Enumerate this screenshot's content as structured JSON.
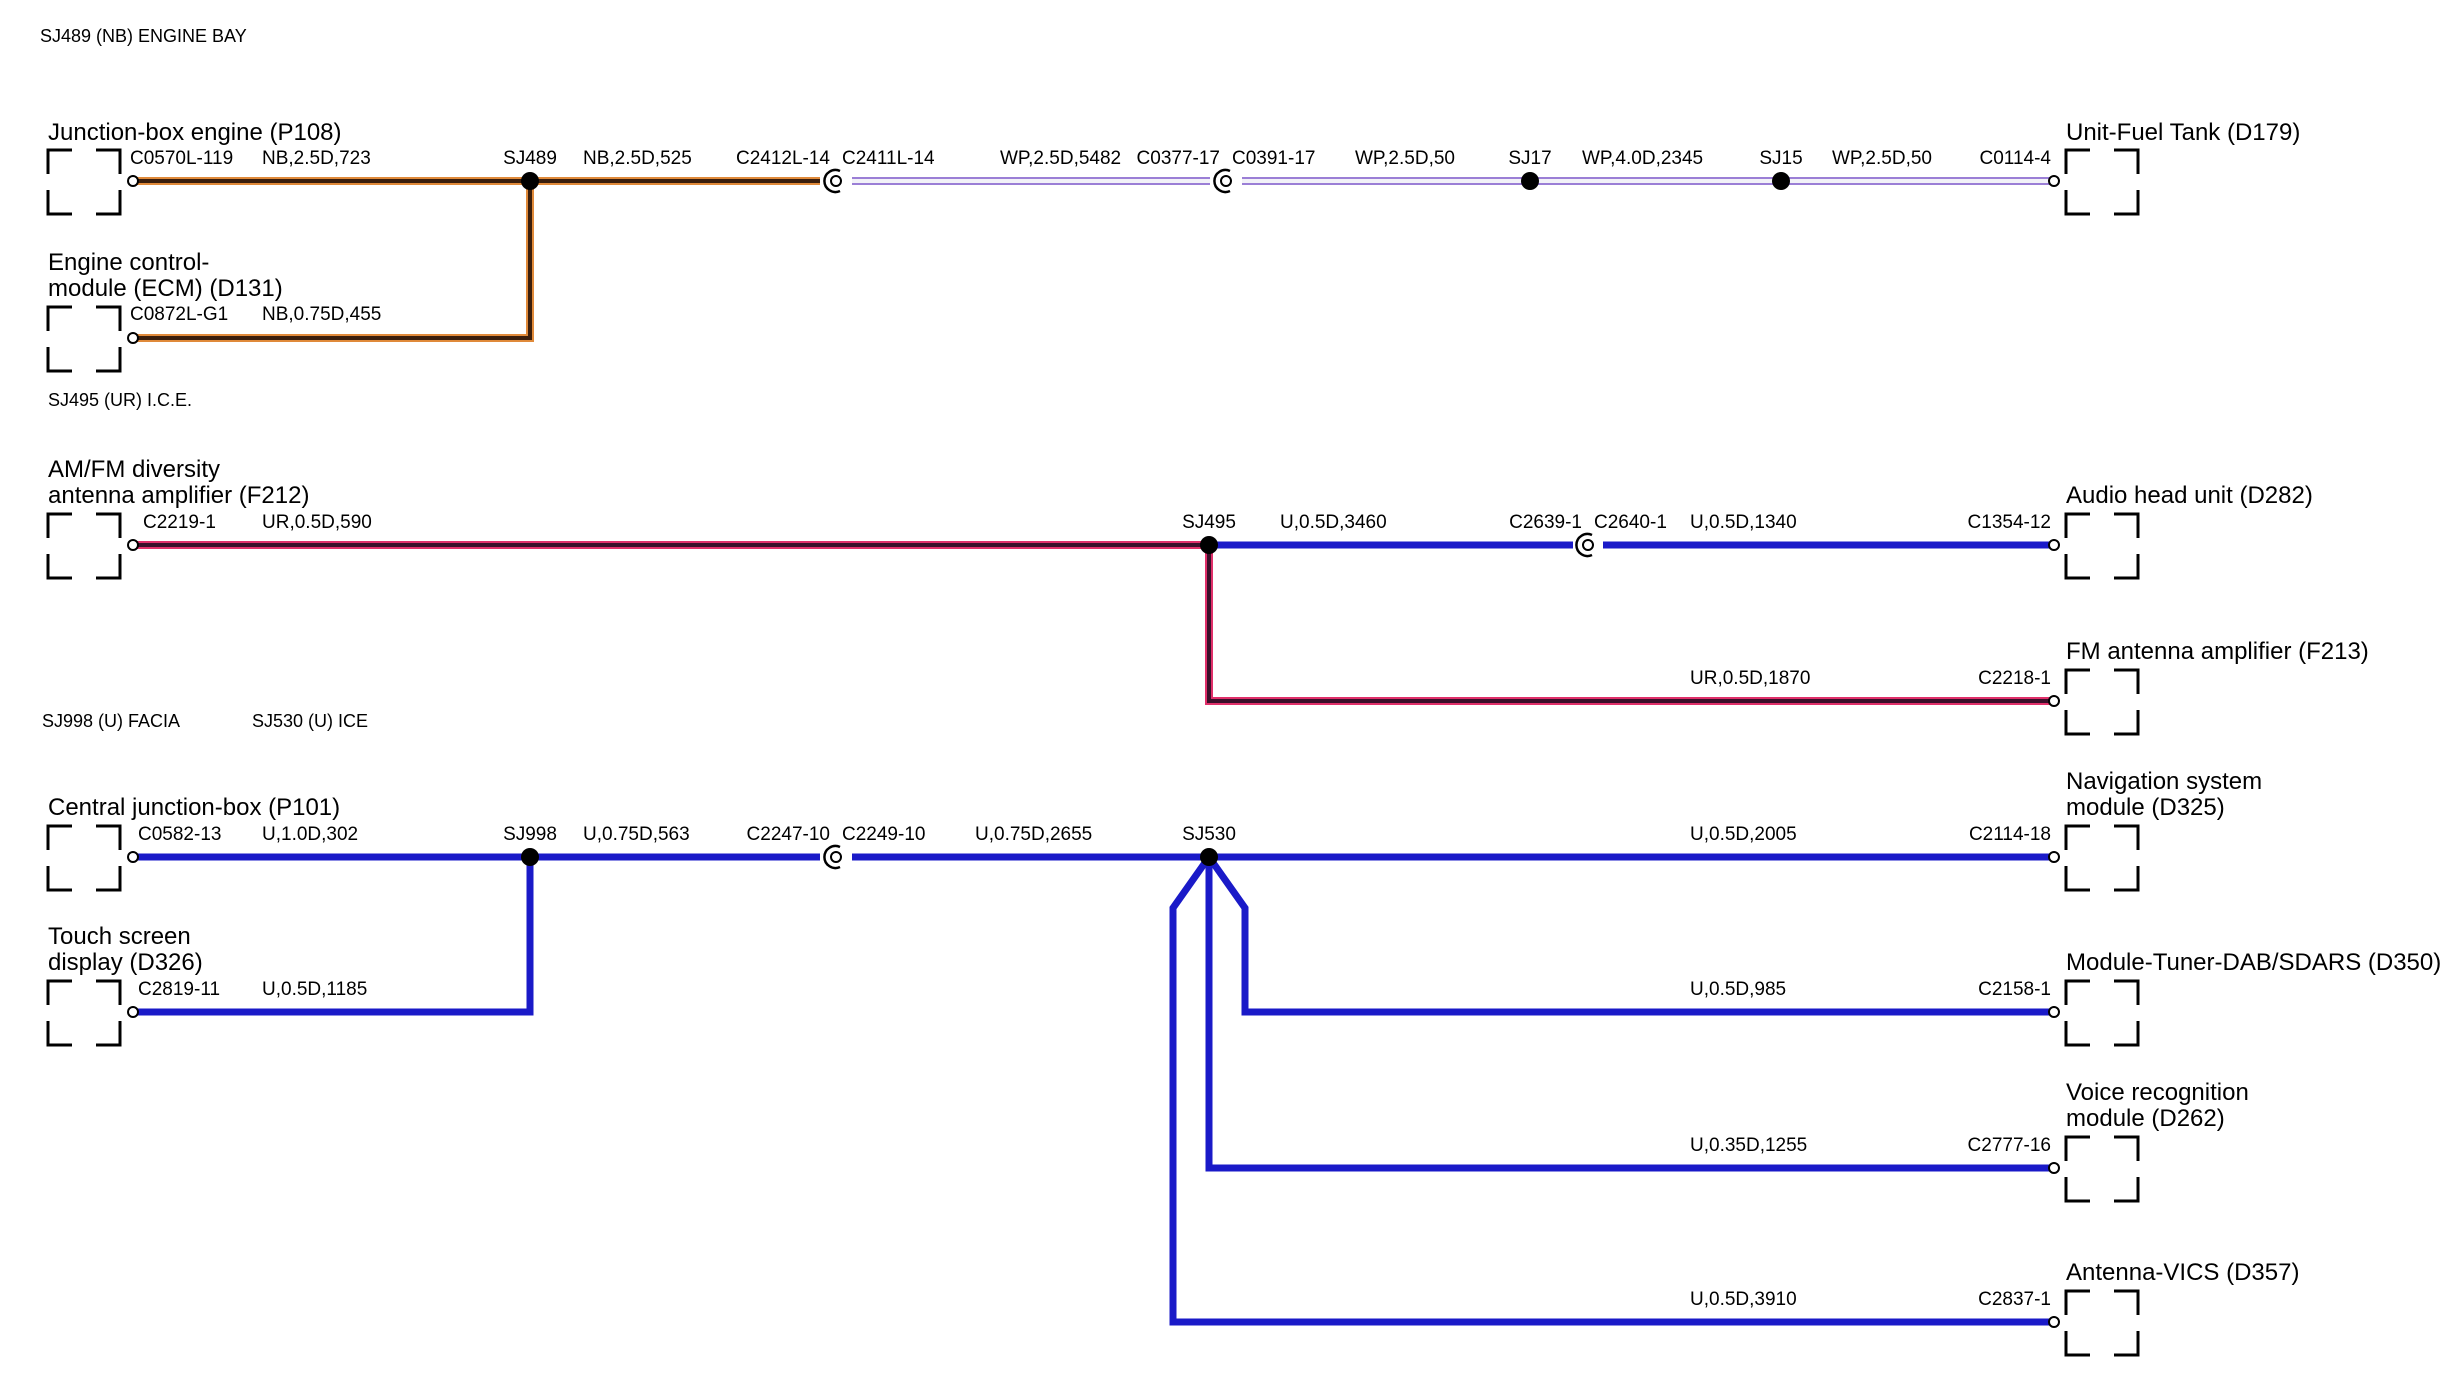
{
  "colors": {
    "NB": "#3a1e0c",
    "NB_edge": "#e08a3a",
    "WP": "#f2f2f8",
    "WP_edge": "#9b7fd6",
    "UR": "#3a0f2a",
    "UR_edge": "#e0306a",
    "U": "#1a1ac8",
    "connector": "#000000"
  },
  "sections": [
    {
      "id": "sec1",
      "text": "SJ489 (NB) ENGINE BAY"
    },
    {
      "id": "sec2",
      "text": "SJ495 (UR) I.C.E."
    },
    {
      "id": "sec3",
      "text": "SJ998 (U) FACIA"
    },
    {
      "id": "sec4",
      "text": "SJ530 (U) ICE"
    }
  ],
  "components": [
    {
      "id": "c1",
      "lines": [
        "Junction-box engine (P108)"
      ],
      "side": "left",
      "connector": "C0570L-119"
    },
    {
      "id": "c2",
      "lines": [
        "Engine control-",
        "module (ECM) (D131)"
      ],
      "side": "left",
      "connector": "C0872L-G1"
    },
    {
      "id": "c3",
      "lines": [
        "Unit-Fuel Tank (D179)"
      ],
      "side": "right",
      "connector": "C0114-4"
    },
    {
      "id": "c4",
      "lines": [
        "AM/FM diversity",
        "antenna amplifier (F212)"
      ],
      "side": "left",
      "connector": "C2219-1"
    },
    {
      "id": "c5",
      "lines": [
        "Audio head unit (D282)"
      ],
      "side": "right",
      "connector": "C1354-12"
    },
    {
      "id": "c6",
      "lines": [
        "FM antenna amplifier (F213)"
      ],
      "side": "right",
      "connector": "C2218-1"
    },
    {
      "id": "c7",
      "lines": [
        "Central junction-box (P101)"
      ],
      "side": "left",
      "connector": "C0582-13"
    },
    {
      "id": "c8",
      "lines": [
        "Touch screen",
        "display (D326)"
      ],
      "side": "left",
      "connector": "C2819-11"
    },
    {
      "id": "c9",
      "lines": [
        "Navigation system",
        "module (D325)"
      ],
      "side": "right",
      "connector": "C2114-18"
    },
    {
      "id": "c10",
      "lines": [
        "Module-Tuner-DAB/SDARS (D350)"
      ],
      "side": "right",
      "connector": "C2158-1"
    },
    {
      "id": "c11",
      "lines": [
        "Voice recognition",
        "module (D262)"
      ],
      "side": "right",
      "connector": "C2777-16"
    },
    {
      "id": "c12",
      "lines": [
        "Antenna-VICS (D357)"
      ],
      "side": "right",
      "connector": "C2837-1"
    }
  ],
  "splices": [
    {
      "id": "s1",
      "label": "SJ489"
    },
    {
      "id": "s2",
      "label": "SJ17"
    },
    {
      "id": "s3",
      "label": "SJ15"
    },
    {
      "id": "s4",
      "label": "SJ495"
    },
    {
      "id": "s5",
      "label": "SJ998"
    },
    {
      "id": "s6",
      "label": "SJ530"
    }
  ],
  "inline_connectors": [
    {
      "id": "i1",
      "left": "C2412L-14",
      "right": "C2411L-14"
    },
    {
      "id": "i2",
      "left": "C0377-17",
      "right": "C0391-17"
    },
    {
      "id": "i3",
      "left": "C2639-1",
      "right": "C2640-1"
    },
    {
      "id": "i4",
      "left": "C2247-10",
      "right": "C2249-10"
    }
  ],
  "wires": [
    {
      "id": "w1",
      "color": "NB",
      "spec": "NB,2.5D,723"
    },
    {
      "id": "w2",
      "color": "NB",
      "spec": "NB,0.75D,455"
    },
    {
      "id": "w3",
      "color": "NB",
      "spec": "NB,2.5D,525"
    },
    {
      "id": "w4",
      "color": "WP",
      "spec": "WP,2.5D,5482"
    },
    {
      "id": "w5",
      "color": "WP",
      "spec": "WP,2.5D,50"
    },
    {
      "id": "w6",
      "color": "WP",
      "spec": "WP,4.0D,2345"
    },
    {
      "id": "w7",
      "color": "WP",
      "spec": "WP,2.5D,50"
    },
    {
      "id": "w8",
      "color": "UR",
      "spec": "UR,0.5D,590"
    },
    {
      "id": "w9",
      "color": "U",
      "spec": "U,0.5D,3460"
    },
    {
      "id": "w10",
      "color": "U",
      "spec": "U,0.5D,1340"
    },
    {
      "id": "w11",
      "color": "UR",
      "spec": "UR,0.5D,1870"
    },
    {
      "id": "w12",
      "color": "U",
      "spec": "U,1.0D,302"
    },
    {
      "id": "w13",
      "color": "U",
      "spec": "U,0.75D,563"
    },
    {
      "id": "w14",
      "color": "U",
      "spec": "U,0.75D,2655"
    },
    {
      "id": "w15",
      "color": "U",
      "spec": "U,0.5D,1185"
    },
    {
      "id": "w16",
      "color": "U",
      "spec": "U,0.5D,2005"
    },
    {
      "id": "w17",
      "color": "U",
      "spec": "U,0.5D,985"
    },
    {
      "id": "w18",
      "color": "U",
      "spec": "U,0.35D,1255"
    },
    {
      "id": "w19",
      "color": "U",
      "spec": "U,0.5D,3910"
    }
  ]
}
